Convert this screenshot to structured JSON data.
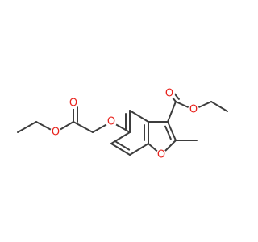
{
  "structure": {
    "colors": {
      "bond": "#3d3d3d",
      "oxygen": "#e8211b",
      "background": "#ffffff"
    },
    "atom_labels": [
      {
        "id": "o-carbonyl-left",
        "text": "O",
        "element": "oxygen"
      },
      {
        "id": "o-ester-left",
        "text": "O",
        "element": "oxygen"
      },
      {
        "id": "o-ether",
        "text": "O",
        "element": "oxygen"
      },
      {
        "id": "o-carbonyl-right",
        "text": "O",
        "element": "oxygen"
      },
      {
        "id": "o-ester-right",
        "text": "O",
        "element": "oxygen"
      },
      {
        "id": "o-furan",
        "text": "O",
        "element": "oxygen"
      }
    ]
  }
}
